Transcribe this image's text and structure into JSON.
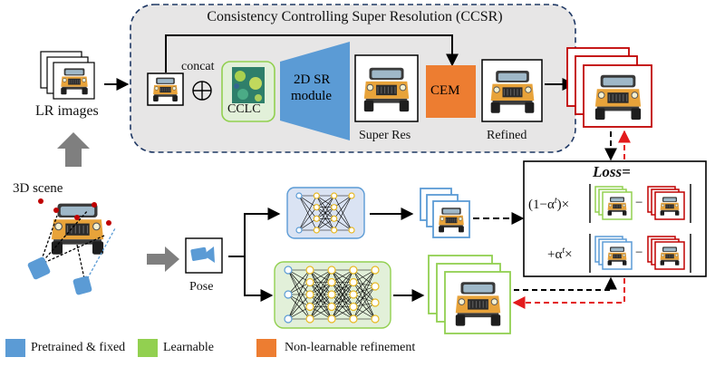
{
  "ccsr": {
    "title": "Consistency Controlling Super Resolution (CCSR)",
    "concat_label": "concat",
    "cclc_label": "CCLC",
    "sr_module_label_line1": "2D SR",
    "sr_module_label_line2": "module",
    "cem_label": "CEM",
    "super_res_label": "Super Res",
    "refined_label": "Refined"
  },
  "left": {
    "lr_images_label": "LR images",
    "scene_label": "3D scene",
    "pose_label": "Pose"
  },
  "loss": {
    "title": "Loss=",
    "term1_prefix": "(1−α",
    "term1_sup": "t",
    "term1_suffix": ")×",
    "term2_prefix": "+α",
    "term2_sup": "t",
    "term2_suffix": "×",
    "minus": "−"
  },
  "legend": {
    "items": [
      {
        "label": "Pretrained & fixed",
        "color": "#5b9bd5"
      },
      {
        "label": "Learnable",
        "color": "#92d050"
      },
      {
        "label": "Non-learnable refinement",
        "color": "#ed7d31"
      }
    ]
  },
  "colors": {
    "blue": "#5b9bd5",
    "green": "#92d050",
    "orange": "#ed7d31",
    "red": "#c00000",
    "ccsr_bg": "#e7e6e6",
    "ccsr_border": "#1f3864",
    "cclc_bg": "#e2f0d9",
    "mlp_small_bg": "#dae3f3",
    "mlp_large_bg": "#e2f0d9"
  }
}
